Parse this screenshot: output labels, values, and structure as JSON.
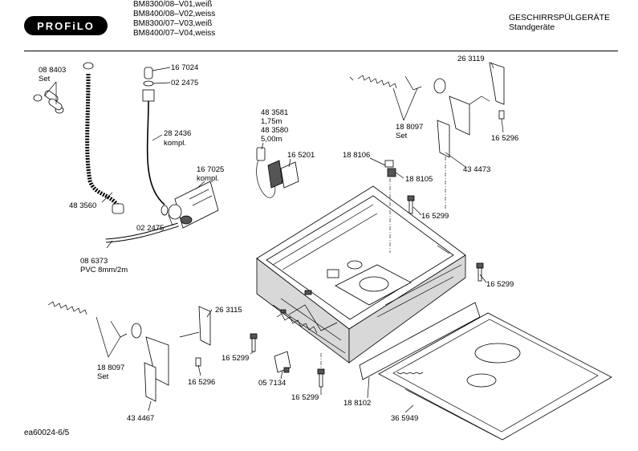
{
  "header": {
    "brand": "PROFiLO",
    "models": [
      "BM8300/08–V01,weiß",
      "BM8400/08–V02,weiss",
      "BM8300/07–V03,weiß",
      "BM8400/07–V04,weiss"
    ],
    "category": "GESCHIRRSPÜLGERÄTE",
    "subcategory": "Standgeräte"
  },
  "parts": {
    "p088403": {
      "number": "08 8403",
      "note": "Set"
    },
    "p167024": {
      "number": "16 7024"
    },
    "p022475a": {
      "number": "02 2475"
    },
    "p282436": {
      "number": "28 2436",
      "note": "kompl."
    },
    "p483560": {
      "number": "48 3560"
    },
    "p167025": {
      "number": "16 7025",
      "note": "kompl."
    },
    "p022475b": {
      "number": "02 2475"
    },
    "p086373": {
      "number": "08 6373",
      "note": "PVC 8mm/2m"
    },
    "p483581": {
      "number": "48 3581",
      "note": "1,75m"
    },
    "p483580": {
      "number": "48 3580",
      "note": "5,00m"
    },
    "p165201": {
      "number": "16 5201"
    },
    "p188106": {
      "number": "18 8106"
    },
    "p188105": {
      "number": "18 8105"
    },
    "p188097a": {
      "number": "18 8097",
      "note": "Set"
    },
    "p263119": {
      "number": "26 3119"
    },
    "p165296a": {
      "number": "16 5296"
    },
    "p434473": {
      "number": "43 4473"
    },
    "p165299a": {
      "number": "16 5299"
    },
    "p165299b": {
      "number": "16 5299"
    },
    "p188097b": {
      "number": "18 8097",
      "note": "Set"
    },
    "p263115": {
      "number": "26 3115"
    },
    "p165296b": {
      "number": "16 5296"
    },
    "p434467": {
      "number": "43 4467"
    },
    "p165299c": {
      "number": "16 5299"
    },
    "p057134": {
      "number": "05 7134"
    },
    "p165299d": {
      "number": "16 5299"
    },
    "p188102": {
      "number": "18 8102"
    },
    "p365949": {
      "number": "36 5949"
    }
  },
  "footer": {
    "code": "ea60024-6/5"
  }
}
